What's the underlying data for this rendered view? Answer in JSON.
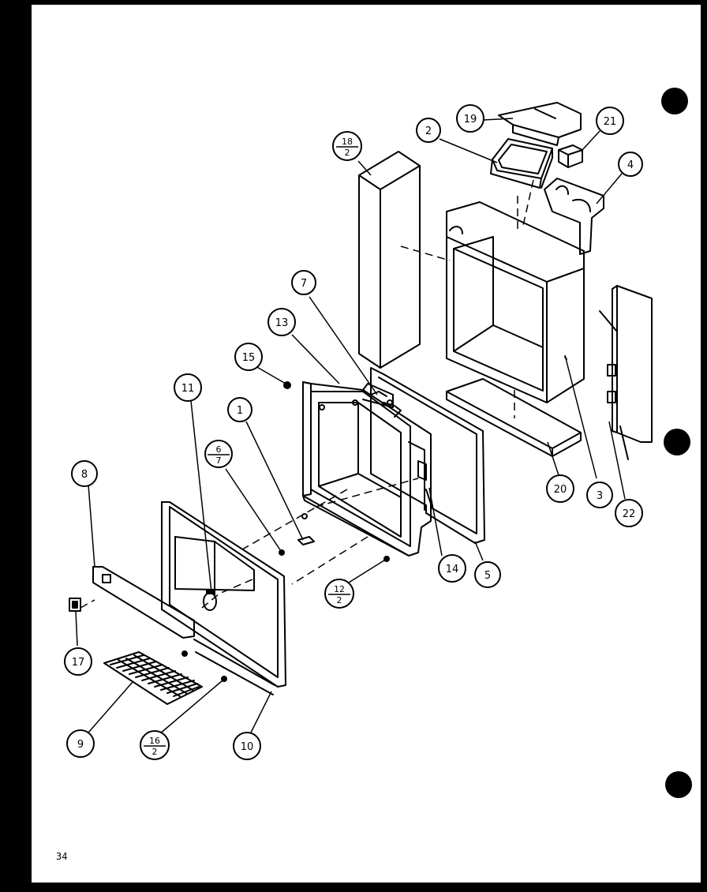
{
  "page": {
    "number": "34"
  },
  "colors": {
    "ink": "#000000",
    "paper": "#ffffff",
    "scan_border": "#000000"
  },
  "callouts": [
    {
      "id": "c1",
      "label": "1"
    },
    {
      "id": "c2",
      "label": "2"
    },
    {
      "id": "c3",
      "label": "3"
    },
    {
      "id": "c4",
      "label": "4"
    },
    {
      "id": "c5",
      "label": "5"
    },
    {
      "id": "c7",
      "label": "7"
    },
    {
      "id": "c8",
      "label": "8"
    },
    {
      "id": "c9",
      "label": "9"
    },
    {
      "id": "c10",
      "label": "10"
    },
    {
      "id": "c11",
      "label": "11"
    },
    {
      "id": "c13",
      "label": "13"
    },
    {
      "id": "c14",
      "label": "14"
    },
    {
      "id": "c15",
      "label": "15"
    },
    {
      "id": "c17",
      "label": "17"
    },
    {
      "id": "c19",
      "label": "19"
    },
    {
      "id": "c20",
      "label": "20"
    },
    {
      "id": "c21",
      "label": "21"
    },
    {
      "id": "c22",
      "label": "22"
    }
  ],
  "fraction_callouts": [
    {
      "id": "f18",
      "top": "18",
      "bottom": "2"
    },
    {
      "id": "f6",
      "top": "6",
      "bottom": "7"
    },
    {
      "id": "f12",
      "top": "12",
      "bottom": "2"
    },
    {
      "id": "f16",
      "top": "16",
      "bottom": "2"
    }
  ]
}
